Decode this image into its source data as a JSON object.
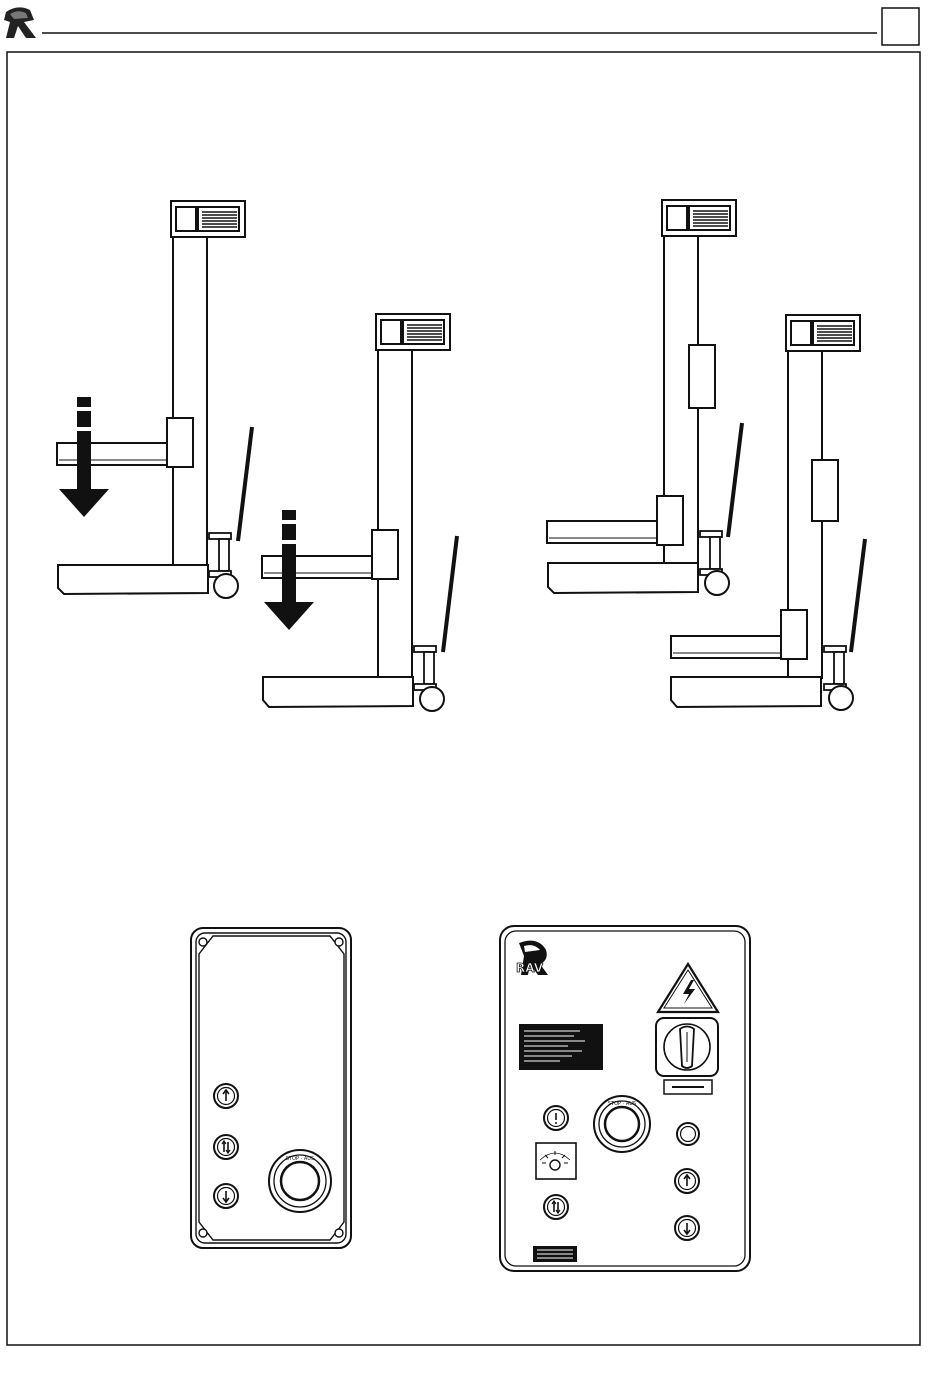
{
  "header": {
    "logo_icon": "rav-logo-icon",
    "page_box_text": ""
  },
  "figures": {
    "upper": {
      "columns": [
        {
          "id": "column-left-1",
          "motion": "lowering",
          "arrow": "down-arrow-icon"
        },
        {
          "id": "column-left-2",
          "motion": "lowering",
          "arrow": "down-arrow-icon"
        },
        {
          "id": "column-right-1",
          "motion": "raised",
          "arrow": ""
        },
        {
          "id": "column-right-2",
          "motion": "raised",
          "arrow": ""
        }
      ]
    },
    "lower": {
      "remote_pendant": {
        "buttons": [
          "up-arrow-icon",
          "safety-release-icon",
          "down-arrow-icon"
        ],
        "emergency_stop_text": "STOP · AUS"
      },
      "main_control_panel": {
        "brand_text": "RAV",
        "warning_icon": "high-voltage-warning-icon",
        "main_switch_icon": "rotary-main-switch-icon",
        "emergency_stop_text": "STOP · AUS",
        "buttons_left": [
          "alarm-icon",
          "indicator-lamp-icon",
          "safety-release-icon"
        ],
        "buttons_right": [
          "pilot-lamp-icon",
          "up-arrow-icon",
          "down-arrow-icon"
        ]
      }
    }
  },
  "colors": {
    "ink": "#111111",
    "paper": "#ffffff"
  }
}
